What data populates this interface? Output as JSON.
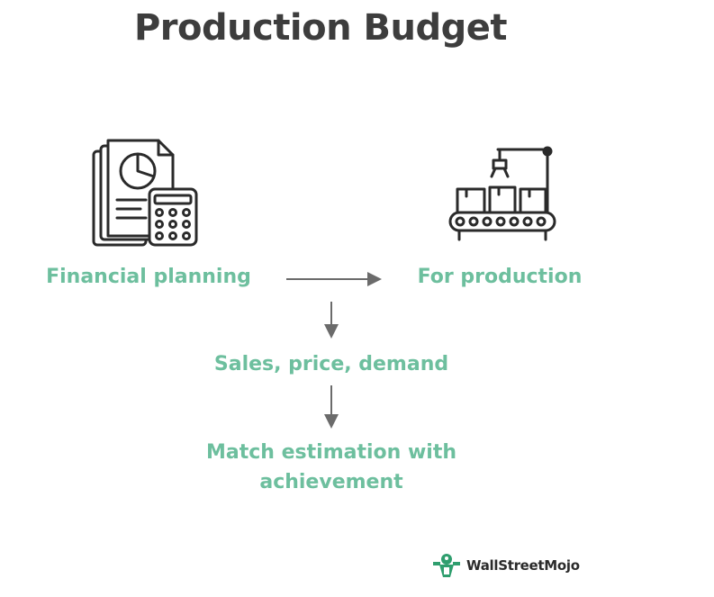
{
  "title": "Production Budget",
  "nodes": {
    "financial_planning": "Financial planning",
    "for_production": "For production",
    "sales_price_demand": "Sales, price, demand",
    "match_estimation": "Match estimation with achievement"
  },
  "icons": {
    "left": "document-calculator-icon",
    "right": "conveyor-factory-icon"
  },
  "logo": {
    "text": "WallStreetMojo"
  },
  "colors": {
    "title": "#3d3d3d",
    "label": "#6dbf9e",
    "arrow": "#6b6b6b",
    "icon": "#2a2a2a",
    "logo_green": "#2f9e6e"
  }
}
